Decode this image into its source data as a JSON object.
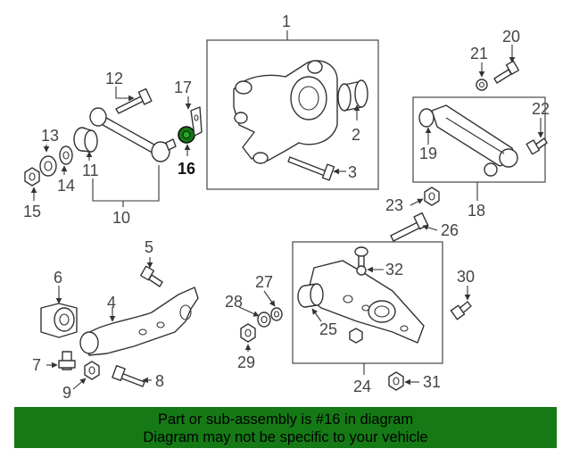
{
  "diagram": {
    "highlight_color": "#157a15",
    "highlighted_part": "16",
    "callouts": [
      "1",
      "2",
      "3",
      "4",
      "5",
      "6",
      "7",
      "8",
      "9",
      "10",
      "11",
      "12",
      "13",
      "14",
      "15",
      "16",
      "17",
      "18",
      "19",
      "20",
      "21",
      "22",
      "23",
      "24",
      "25",
      "26",
      "27",
      "28",
      "29",
      "30",
      "31",
      "32"
    ]
  },
  "banner": {
    "background": "#157a15",
    "line1": "Part or sub-assembly is #16 in diagram",
    "line2": "Diagram may not be specific to your vehicle"
  }
}
